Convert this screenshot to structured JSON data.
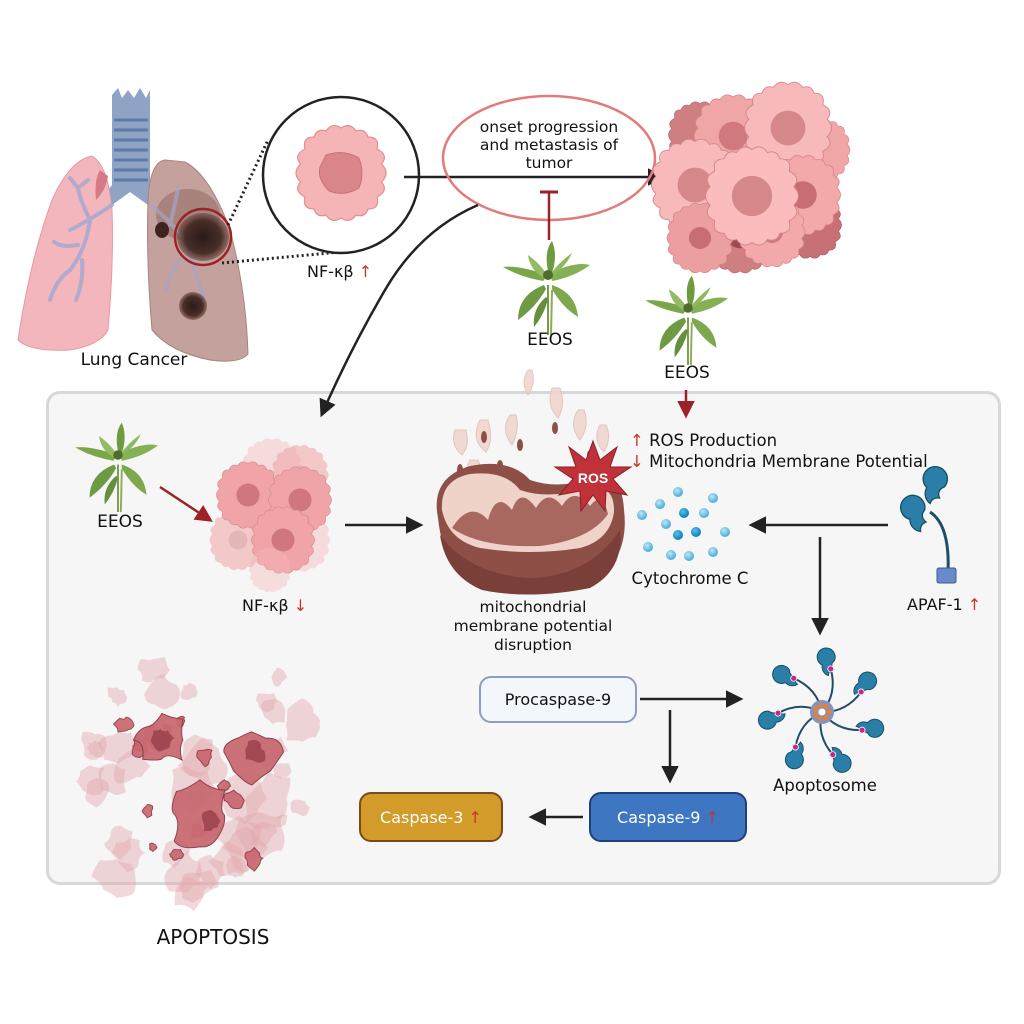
{
  "title": "EEOS induces apoptosis in lung cancer via NF-κβ suppression and mitochondrial pathway",
  "top": {
    "lung_label": "Lung Cancer",
    "cell_label": "NF-κβ",
    "cell_trend": "↑",
    "tumor_text": [
      "onset progression",
      "and metastasis of",
      "tumor"
    ],
    "eeos_inhibit_label": "EEOS",
    "eeos_ros_label": "EEOS"
  },
  "panel": {
    "eeos_label": "EEOS",
    "nfkb_label": "NF-κβ",
    "nfkb_trend": "↓",
    "mito_label": [
      "mitochondrial",
      "membrane potential",
      "disruption"
    ],
    "ros_badge": "ROS",
    "effects": [
      {
        "trend": "↑",
        "text": "ROS Production"
      },
      {
        "trend": "↓",
        "text": "Mitochondria Membrane Potential"
      }
    ],
    "cytochrome_label": "Cytochrome C",
    "apaf_label": "APAF-1",
    "apaf_trend": "↑",
    "apoptosome_label": "Apoptosome",
    "procaspase9_label": "Procaspase-9",
    "caspase9_label": "Caspase-9",
    "caspase9_trend": "↑",
    "caspase3_label": "Caspase-3",
    "caspase3_trend": "↑"
  },
  "apoptosis_label": "APOPTOSIS",
  "colors": {
    "inhibit_red": "#9b2226",
    "trend_red": "#c0392b",
    "ellipse": "#e07c7c",
    "caspase9_fill": "#3f76c1",
    "caspase9_border": "#1f3f7a",
    "caspase3_fill": "#d29b2a",
    "caspase3_border": "#7a4a1a",
    "procaspase_fill": "#f3f6fb",
    "procaspase_border": "#8e9cc0",
    "protein_blue": "#2a7fa8"
  }
}
